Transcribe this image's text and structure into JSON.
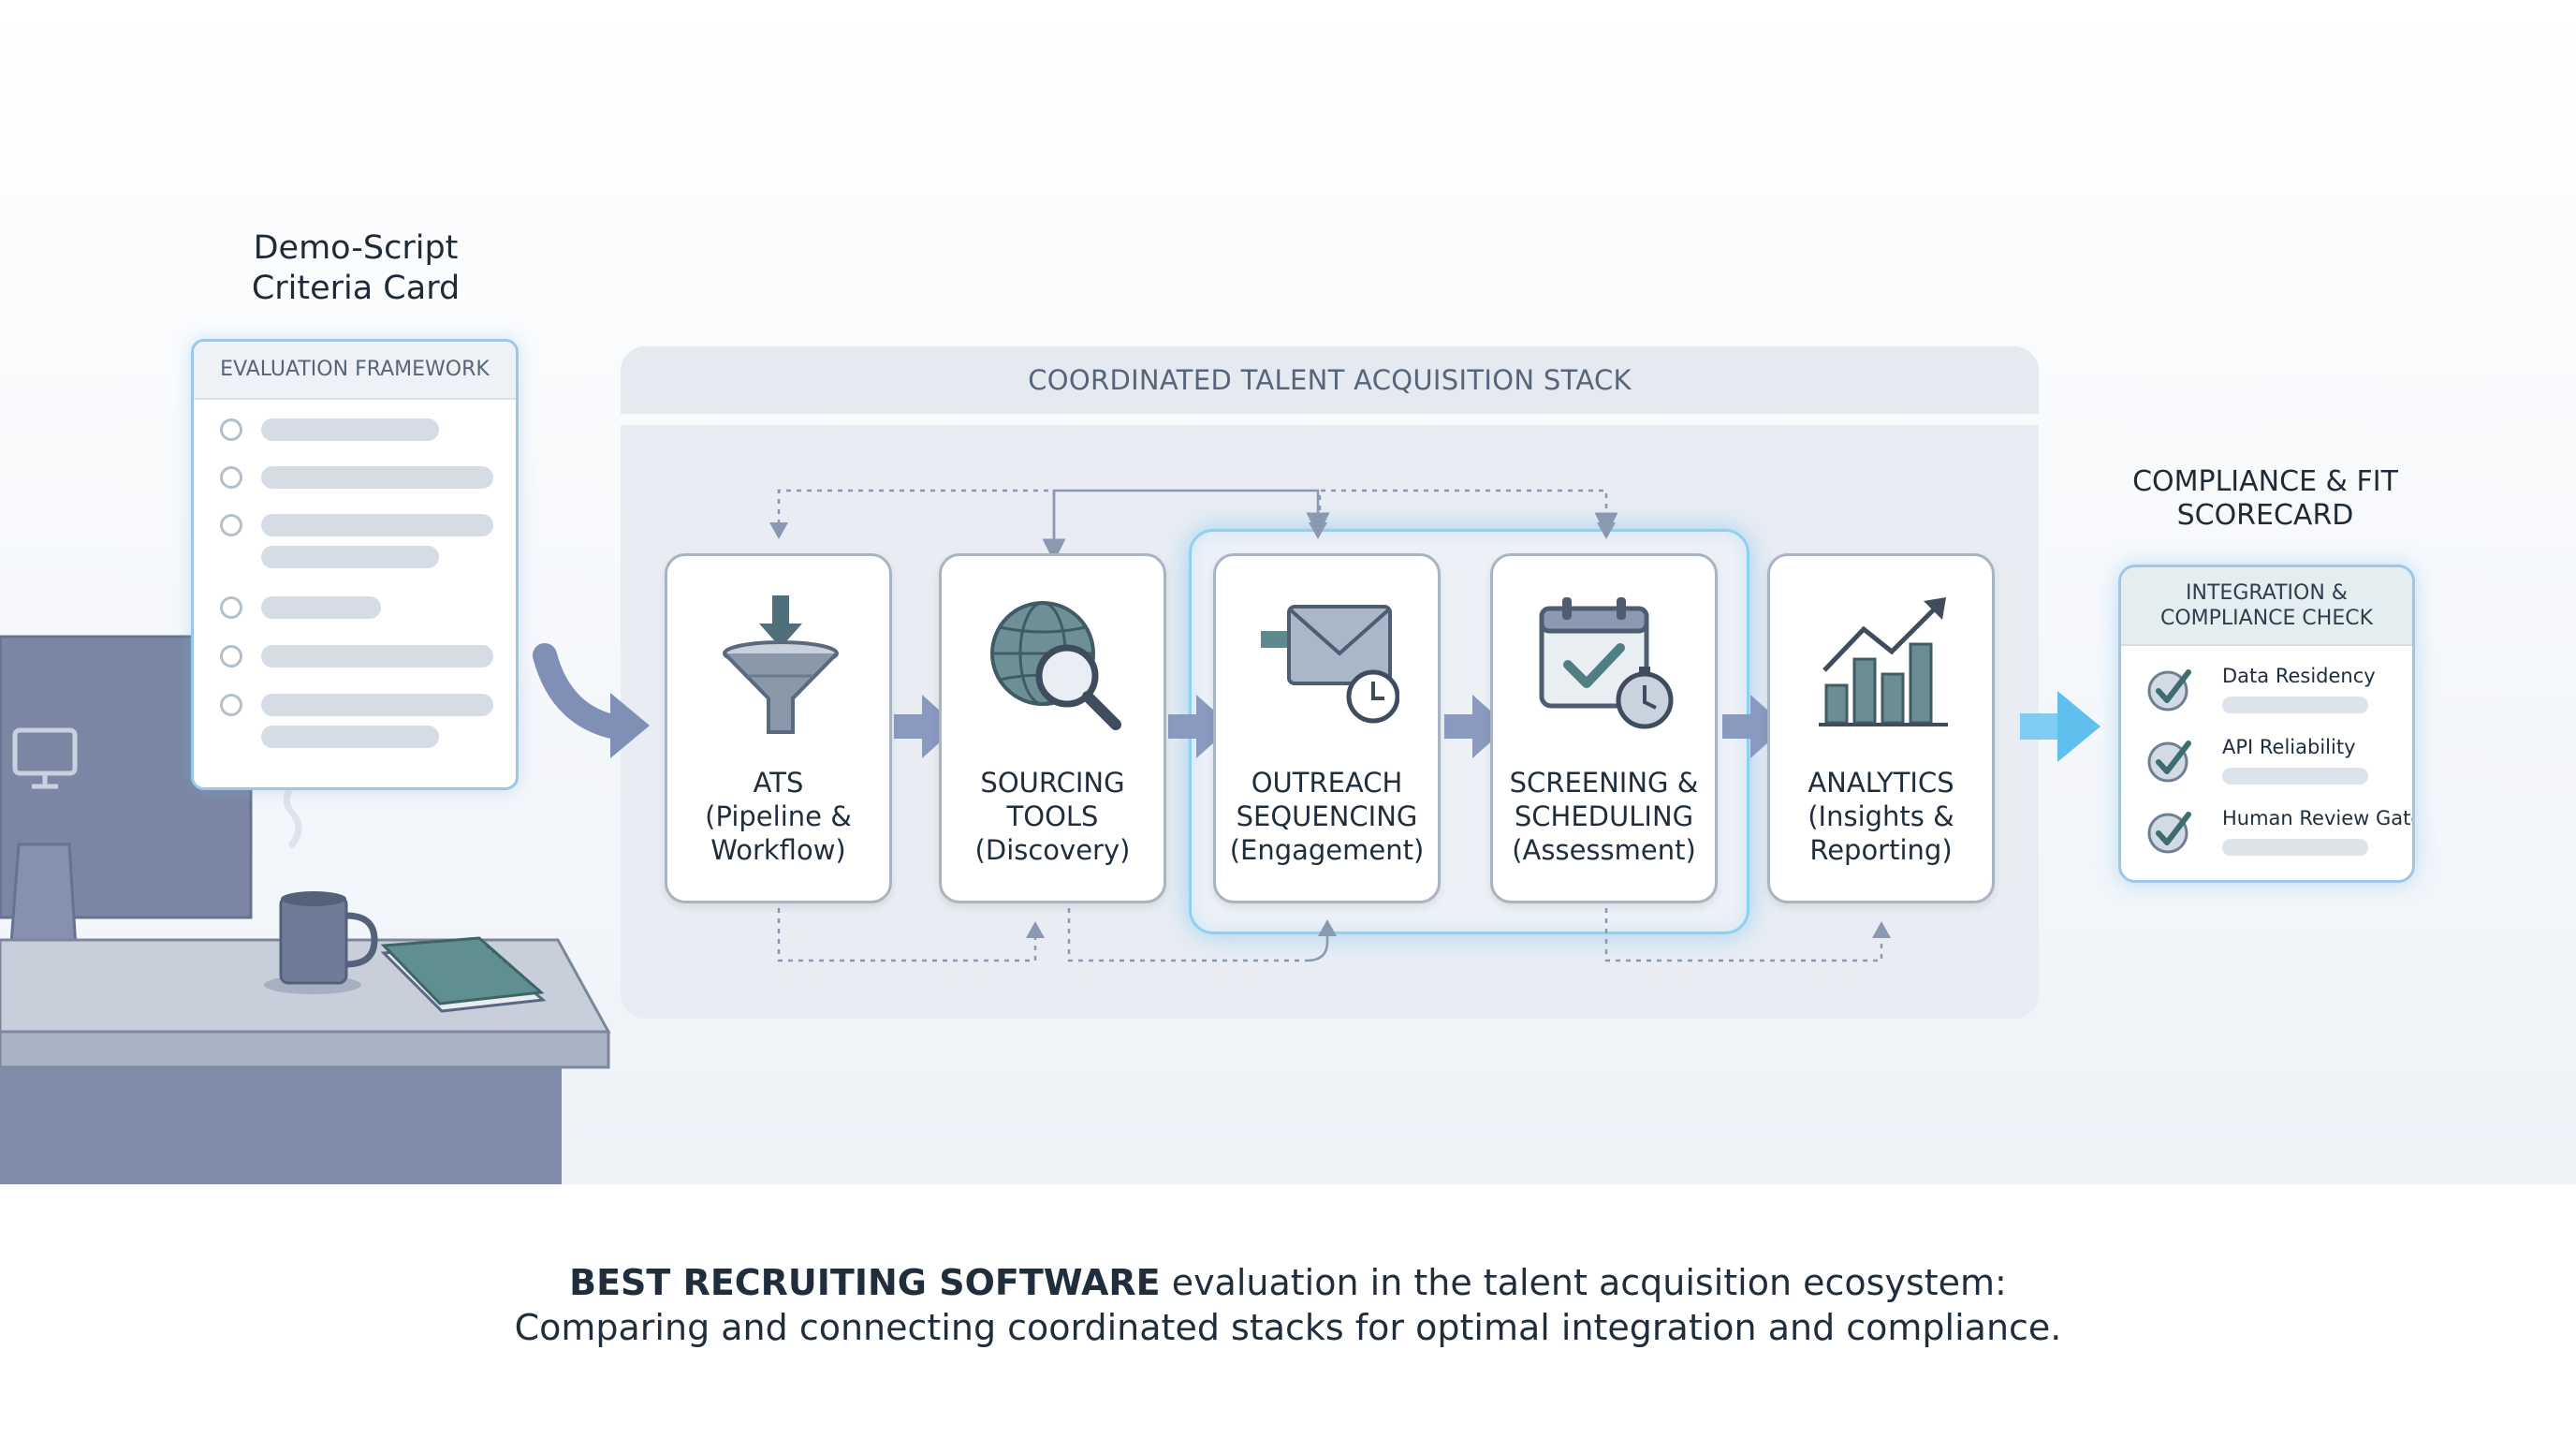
{
  "criteria_card": {
    "title_line1": "Demo-Script",
    "title_line2": "Criteria Card",
    "header": "EVALUATION FRAMEWORK"
  },
  "stack": {
    "title": "COORDINATED TALENT ACQUISITION STACK",
    "stages": [
      {
        "line1": "ATS",
        "line2": "(Pipeline &",
        "line3": "Workflow)",
        "icon": "funnel-icon"
      },
      {
        "line1": "SOURCING",
        "line2": "TOOLS",
        "line3": "(Discovery)",
        "icon": "globe-search-icon"
      },
      {
        "line1": "OUTREACH",
        "line2": "SEQUENCING",
        "line3": "(Engagement)",
        "icon": "envelope-clock-icon"
      },
      {
        "line1": "SCREENING &",
        "line2": "SCHEDULING",
        "line3": "(Assessment)",
        "icon": "calendar-stopwatch-icon"
      },
      {
        "line1": "ANALYTICS",
        "line2": "(Insights &",
        "line3": "Reporting)",
        "icon": "bar-chart-trend-icon"
      }
    ]
  },
  "scorecard": {
    "title_line1": "COMPLIANCE & FIT",
    "title_line2": "SCORECARD",
    "header_line1": "INTEGRATION &",
    "header_line2": "COMPLIANCE CHECK",
    "items": [
      "Data Residency",
      "API Reliability",
      "Human Review Gate"
    ]
  },
  "caption": {
    "bold": "BEST RECRUITING SOFTWARE",
    "line1_rest": " evaluation in the talent acquisition ecosystem:",
    "line2": "Comparing and connecting coordinated stacks for optimal integration and compliance."
  },
  "colors": {
    "card_border": "#9cc7e6",
    "stage_border": "#a9b4c3",
    "arrow": "#7f8fb5",
    "highlight_glow": "#8fd0f2",
    "desk": "#7f8ba8",
    "icon_fill": "#6b7d93"
  }
}
